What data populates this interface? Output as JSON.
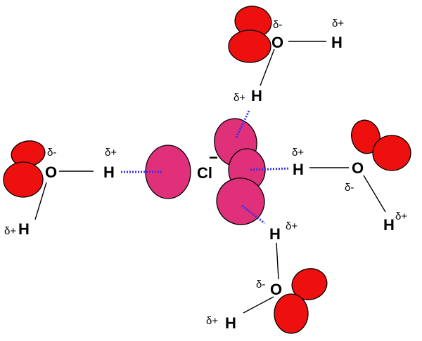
{
  "ion": {
    "symbol": "Cl",
    "charge": "−"
  },
  "labels": {
    "hydrogen": "H",
    "oxygen": "O",
    "delta_plus": "δ+",
    "delta_minus": "δ-"
  },
  "colors": {
    "oxygen_lobe": "#ee0f0f",
    "chloride_lobe": "#e0307a",
    "hydrogen_bond": "#3030ee"
  }
}
